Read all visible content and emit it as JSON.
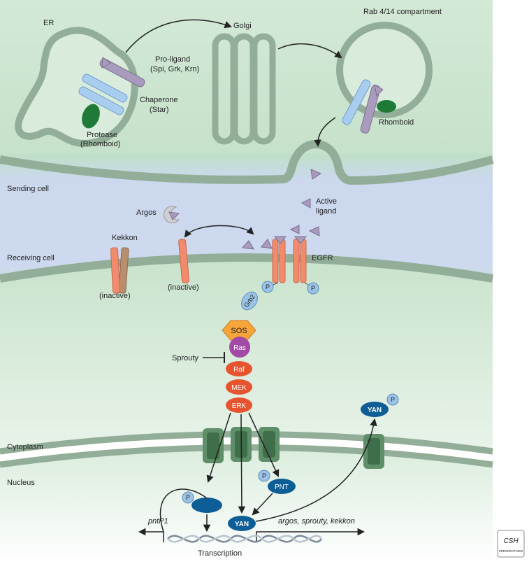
{
  "labels": {
    "er": "ER",
    "golgi": "Golgi",
    "rab": "Rab 4/14 compartment",
    "proligand_1": "Pro-ligand",
    "proligand_2": "(Spi, Grk, Krn)",
    "chaperone_1": "Chaperone",
    "chaperone_2": "(Star)",
    "protease_1": "Protease",
    "protease_2": "(Rhomboid)",
    "rhomboid": "Rhomboid",
    "sending_cell": "Sending cell",
    "receiving_cell": "Receiving cell",
    "argos": "Argos",
    "active_ligand_1": "Active",
    "active_ligand_2": "ligand",
    "kekkon": "Kekkon",
    "inactive_1": "(inactive)",
    "inactive_2": "(inactive)",
    "egfr": "EGFR",
    "sprouty": "Sprouty",
    "cytoplasm": "Cytoplasm",
    "nucleus": "Nucleus",
    "pntp1": "pntP1",
    "targets": "argos, sprouty, kekkon",
    "transcription": "Transcription",
    "logo_line1": "CSH",
    "logo_line2": "PERSPECTIVES"
  },
  "nodes": {
    "grb2": "Grb2",
    "sos": "SOS",
    "ras": "Ras",
    "raf": "Raf",
    "mek": "MEK",
    "erk": "ERK",
    "pnt": "PNT",
    "yan": "YAN",
    "yan_p": "YAN",
    "p": "P"
  },
  "colors": {
    "cell_green": "#cfe6d2",
    "membrane": "#93ae98",
    "extracellular_blue": "#c9d6ec",
    "salmon": "#f28a6c",
    "yan_blue": "#0d5d96",
    "phospho_blue": "#9cc3e6",
    "ligand_purple": "#a99bbd",
    "sos_orange": "#f7a43a",
    "ras_purple": "#a24aa6",
    "erk_red": "#e8532f"
  }
}
